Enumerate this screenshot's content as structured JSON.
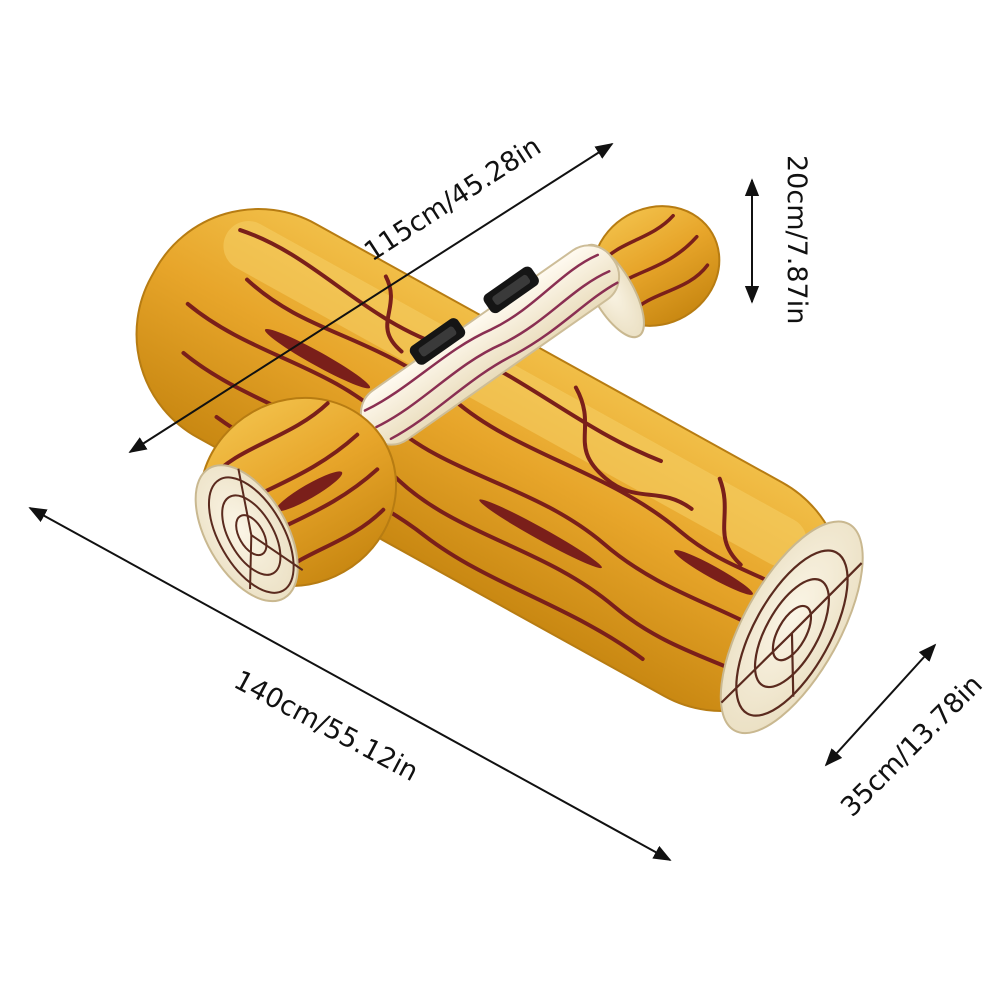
{
  "dimensions": {
    "log_length": "140cm/55.12in",
    "bar_length": "115cm/45.28in",
    "end_height": "20cm/7.87in",
    "log_diameter": "35cm/13.78in"
  },
  "colors": {
    "wood": "#e7a52a",
    "wood_light": "#f3cb5c",
    "grain": "#7a1f1a",
    "bar": "#f7efd7",
    "bar_grain": "#8a2f52",
    "end_cap": "#f8f1df",
    "handle": "#151515"
  }
}
